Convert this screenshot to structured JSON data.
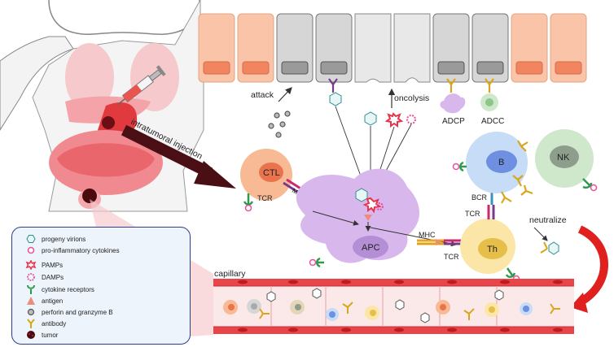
{
  "labels": {
    "attack": "attack",
    "oncolysis": "oncolysis",
    "adcp": "ADCP",
    "adcc": "ADCC",
    "intratumoral_injection": "intratumoral injection",
    "ctl": "CTL",
    "tcr_ctl": "TCR",
    "mhc_ctl": "MHC",
    "apc": "APC",
    "mhc_apc": "MHC",
    "tcr_th": "TCR",
    "tcr_th2": "TCR",
    "th": "Th",
    "b": "B",
    "bcr": "BCR",
    "nk": "NK",
    "neutralize": "neutralize",
    "capillary": "capillary"
  },
  "legend": [
    {
      "icon": "virion-icon",
      "label": "progeny virions"
    },
    {
      "icon": "cytokine-icon",
      "label": "pro-inflammatory cytokines"
    },
    {
      "icon": "pamp-icon",
      "label": "PAMPs"
    },
    {
      "icon": "damp-icon",
      "label": "DAMPs"
    },
    {
      "icon": "cytokine-receptor-icon",
      "label": "cytokine receptors"
    },
    {
      "icon": "antigen-icon",
      "label": "antigen"
    },
    {
      "icon": "perforin-icon",
      "label": "perforin and granzyme B"
    },
    {
      "icon": "antibody-icon",
      "label": "antibody"
    },
    {
      "icon": "tumor-icon",
      "label": "tumor"
    }
  ],
  "colors": {
    "normal_cell": "#f9c4a8",
    "tumor_cell": "#d6d6d6",
    "ctl": "#f8b995",
    "apc": "#d8b8ec",
    "th": "#fbe6a8",
    "b": "#c7dcf6",
    "nk": "#cfe8cc",
    "capillary": "#e8454a",
    "arrow_dark": "#4a0f14"
  }
}
